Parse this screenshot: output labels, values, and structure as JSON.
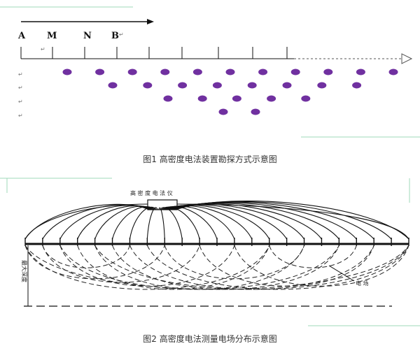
{
  "figure1": {
    "caption": "图1 高密度电法装置勘探方式示意图",
    "electrode_labels": [
      "A",
      "M",
      "N",
      "B"
    ],
    "dot_color": "#7030a0",
    "rows": [
      {
        "row": 1,
        "count": 11
      },
      {
        "row": 2,
        "count": 8
      },
      {
        "row": 3,
        "count": 5
      },
      {
        "row": 4,
        "count": 2
      }
    ]
  },
  "figure2": {
    "caption": "图2 高密度电法测量电场分布示意图",
    "instrument_label": "高 密 度 电 法 仪",
    "field_label": "电 场",
    "depth_label": "最大深度"
  },
  "colors": {
    "line": "#111111",
    "accent_green": "#9fd8b8"
  }
}
